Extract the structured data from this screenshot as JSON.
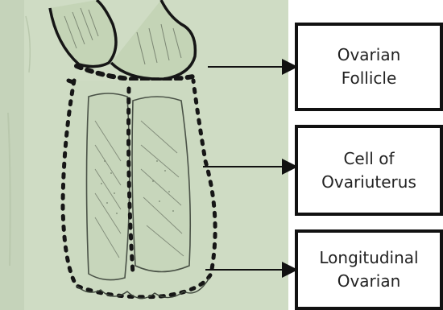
{
  "labels": [
    {
      "line1": "Ovarian",
      "line2": "Follicle"
    },
    {
      "line1": "Cell of",
      "line2": "Ovariuterus"
    },
    {
      "line1": "Longitudinal",
      "line2": "Ovarian"
    }
  ],
  "colors": {
    "background": "#cfdcc4",
    "ink": "#1a1a1a",
    "box_border": "#111111"
  }
}
